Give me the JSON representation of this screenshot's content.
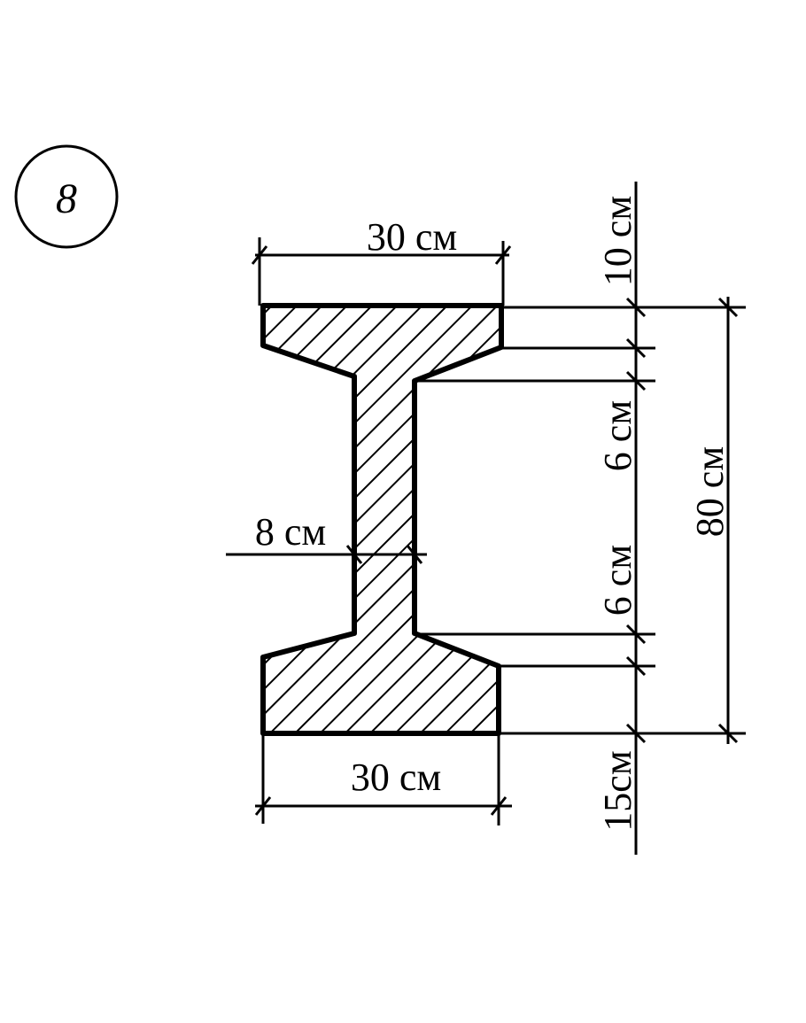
{
  "figure_number": "8",
  "labels": {
    "top_width": "30 см",
    "bottom_width": "30 см",
    "top_flange_thickness": "10 см",
    "top_haunch": "6 см",
    "total_height": "80 см",
    "web_width": "8 см",
    "bottom_haunch": "6 см",
    "bottom_flange_thickness": "15см"
  },
  "colors": {
    "ink": "#000000",
    "background": "#ffffff"
  }
}
